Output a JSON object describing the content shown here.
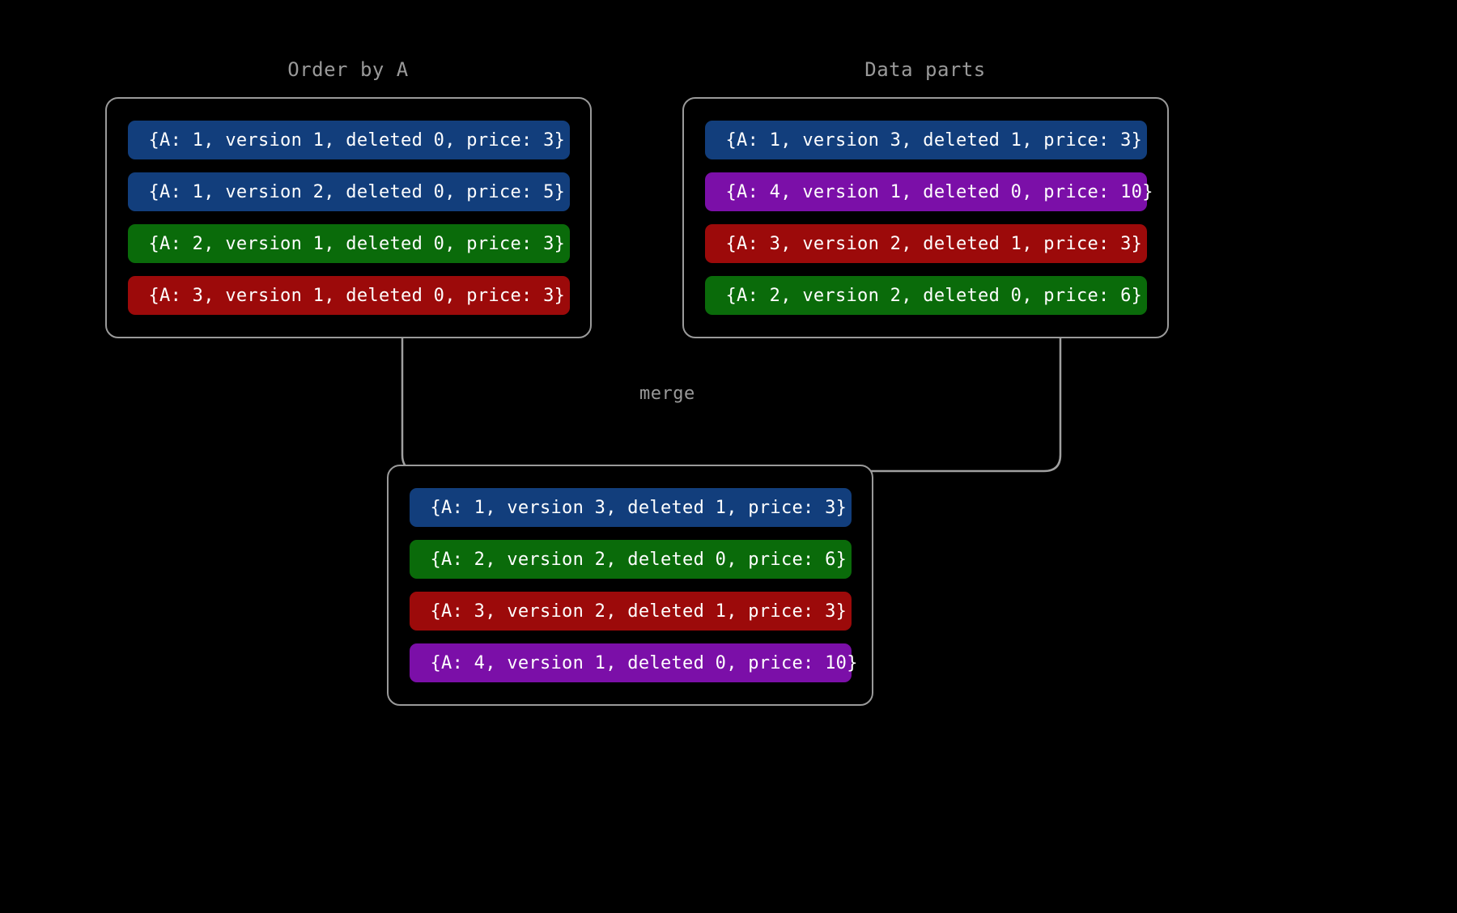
{
  "colors": {
    "background": "#000000",
    "panel_border": "#9a9a9a",
    "title_text": "#9a9a9a",
    "record_text": "#ffffff",
    "connector": "#a0a0a0",
    "blue": "#123e7c",
    "green": "#0a6b0a",
    "red": "#9c0a0a",
    "purple": "#7b0fa8"
  },
  "panels": {
    "order_by_a": {
      "title": "Order by A",
      "rows": [
        {
          "label": "{A: 1, version 1, deleted 0, price: 3}",
          "color": "#123e7c",
          "color_name": "blue",
          "a": 1,
          "version": 1,
          "deleted": 0,
          "price": 3
        },
        {
          "label": "{A: 1, version 2, deleted 0, price: 5}",
          "color": "#123e7c",
          "color_name": "blue",
          "a": 1,
          "version": 2,
          "deleted": 0,
          "price": 5
        },
        {
          "label": "{A: 2, version 1, deleted 0, price: 3}",
          "color": "#0a6b0a",
          "color_name": "green",
          "a": 2,
          "version": 1,
          "deleted": 0,
          "price": 3
        },
        {
          "label": "{A: 3, version 1, deleted 0, price: 3}",
          "color": "#9c0a0a",
          "color_name": "red",
          "a": 3,
          "version": 1,
          "deleted": 0,
          "price": 3
        }
      ]
    },
    "data_parts": {
      "title": "Data parts",
      "rows": [
        {
          "label": "{A: 1, version 3, deleted 1, price: 3}",
          "color": "#123e7c",
          "color_name": "blue",
          "a": 1,
          "version": 3,
          "deleted": 1,
          "price": 3
        },
        {
          "label": "{A: 4, version 1, deleted 0, price: 10}",
          "color": "#7b0fa8",
          "color_name": "purple",
          "a": 4,
          "version": 1,
          "deleted": 0,
          "price": 10
        },
        {
          "label": "{A: 3, version 2, deleted 1, price: 3}",
          "color": "#9c0a0a",
          "color_name": "red",
          "a": 3,
          "version": 2,
          "deleted": 1,
          "price": 3
        },
        {
          "label": "{A: 2, version 2, deleted 0, price: 6}",
          "color": "#0a6b0a",
          "color_name": "green",
          "a": 2,
          "version": 2,
          "deleted": 0,
          "price": 6
        }
      ]
    },
    "merged": {
      "title": "",
      "rows": [
        {
          "label": "{A: 1, version 3, deleted 1, price: 3}",
          "color": "#123e7c",
          "color_name": "blue",
          "a": 1,
          "version": 3,
          "deleted": 1,
          "price": 3
        },
        {
          "label": "{A: 2, version 2, deleted 0, price: 6}",
          "color": "#0a6b0a",
          "color_name": "green",
          "a": 2,
          "version": 2,
          "deleted": 0,
          "price": 6
        },
        {
          "label": "{A: 3, version 2, deleted 1, price: 3}",
          "color": "#9c0a0a",
          "color_name": "red",
          "a": 3,
          "version": 2,
          "deleted": 1,
          "price": 3
        },
        {
          "label": "{A: 4, version 1, deleted 0, price: 10}",
          "color": "#7b0fa8",
          "color_name": "purple",
          "a": 4,
          "version": 1,
          "deleted": 0,
          "price": 10
        }
      ]
    }
  },
  "connector": {
    "label": "merge"
  }
}
